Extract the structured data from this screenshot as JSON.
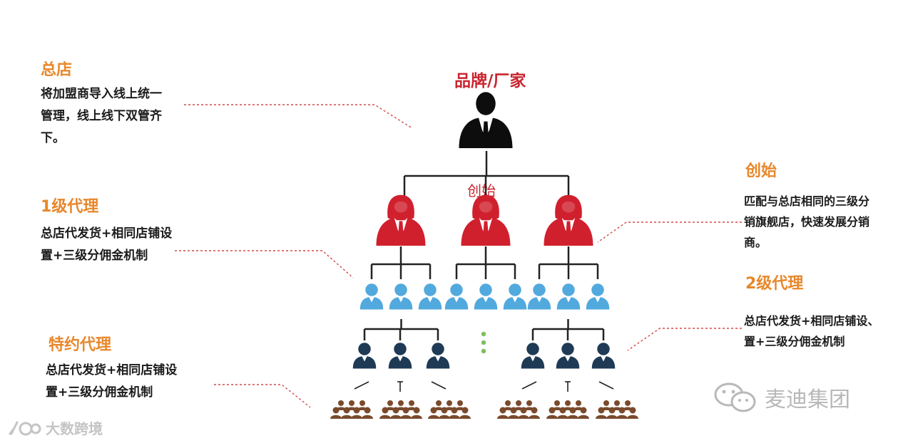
{
  "left_panel": {
    "hq": {
      "title": "总店",
      "desc": "将加盟商导入线上统一\n管理，线上线下双管齐\n下。"
    },
    "level1": {
      "title": "1级代理",
      "desc": "总店代发货+相同店铺设\n置+三级分佣金机制"
    },
    "special": {
      "title": "特约代理",
      "desc": "总店代发货+相同店铺设\n置+三级分佣金机制"
    }
  },
  "right_panel": {
    "founder": {
      "title": "创始",
      "desc": "匹配与总店相同的三级分\n销旗舰店，快速发展分销\n商。"
    },
    "level2": {
      "title": "2级代理",
      "desc": "总店代发货+相同店铺设、\n置+三级分佣金机制"
    }
  },
  "diagram": {
    "top_label": "品牌/厂家",
    "founder_label": "创始",
    "colors": {
      "brand": "#0d0d0d",
      "founder": "#d0202e",
      "level2": "#52a9dd",
      "special": "#1f3a55",
      "members": "#7a4a2c",
      "title_orange": "#e8872a",
      "red_text": "#c8252f"
    }
  },
  "watermarks": {
    "wechat_account": "麦迪集团",
    "bottom_left": "大数跨境"
  }
}
